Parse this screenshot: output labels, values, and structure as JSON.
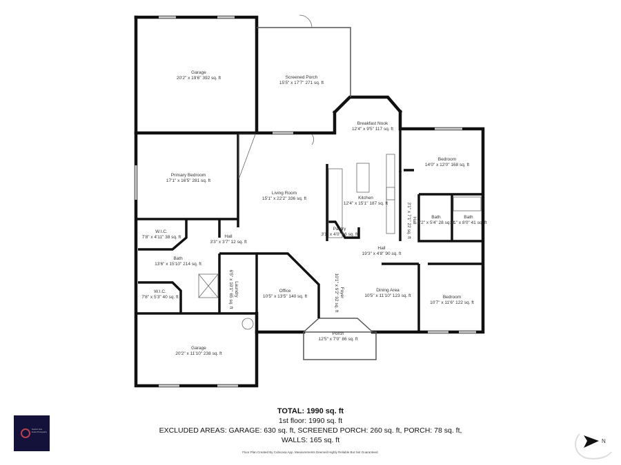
{
  "rooms": [
    {
      "name": "Garage",
      "dims": "20'2\" x 19'6\" 392 sq. ft"
    },
    {
      "name": "Screened Porch",
      "dims": "15'5\" x 17'7\" 271 sq. ft"
    },
    {
      "name": "Breakfast Nook",
      "dims": "12'4\" x 9'5\" 117 sq. ft"
    },
    {
      "name": "Bedroom",
      "dims": "14'0\" x 12'0\" 168 sq. ft"
    },
    {
      "name": "Primary Bedroom",
      "dims": "17'1\" x 16'5\" 281 sq. ft"
    },
    {
      "name": "Living Room",
      "dims": "15'1\" x 22'2\" 336 sq. ft"
    },
    {
      "name": "Kitchen",
      "dims": "12'4\" x 15'1\" 187 sq. ft"
    },
    {
      "name": "Pantry",
      "dims": "3'1\" x 4'0\" 16 sq. ft"
    },
    {
      "name": "Hall",
      "dims": "3'1\" x 7'1\" 22 sq. ft"
    },
    {
      "name": "Bath",
      "dims": "5'2\" x 5'4\" 28 sq. ft"
    },
    {
      "name": "Bath",
      "dims": "5'1\" x 8'0\" 41 sq. ft"
    },
    {
      "name": "W.I.C.",
      "dims": "7'8\" x 4'11\" 38 sq. ft"
    },
    {
      "name": "Hall",
      "dims": "3'3\" x 3'7\" 12 sq. ft"
    },
    {
      "name": "Bath",
      "dims": "13'6\" x 15'10\" 214 sq. ft"
    },
    {
      "name": "Hall",
      "dims": "19'3\" x 4'8\" 90 sq. ft"
    },
    {
      "name": "W.I.C.",
      "dims": "7'8\" x 5'3\" 40 sq. ft"
    },
    {
      "name": "Laundry",
      "dims": "6'5\" x 10'1\" 65 sq. ft"
    },
    {
      "name": "Office",
      "dims": "10'5\" x 13'5\" 140 sq. ft"
    },
    {
      "name": "Foyer",
      "dims": "10'1\" x 9'2\" 92 sq. ft"
    },
    {
      "name": "Dining Area",
      "dims": "10'5\" x 11'10\" 123 sq. ft"
    },
    {
      "name": "Bedroom",
      "dims": "10'7\" x 11'6\" 122 sq. ft"
    },
    {
      "name": "Porch",
      "dims": "12'5\" x 7'0\" 86 sq. ft"
    },
    {
      "name": "Garage",
      "dims": "20'2\" x 11'10\" 238 sq. ft"
    }
  ],
  "summary": {
    "total": "TOTAL: 1990 sq. ft",
    "floor": "1st floor: 1990 sq. ft",
    "excluded": "EXCLUDED AREAS: GARAGE: 630 sq. ft, SCREENED PORCH: 260 sq. ft, PORCH: 78 sq. ft,",
    "walls": "WALLS: 165 sq. ft",
    "disclaimer": "Floor Plan Created By Cubicasa App. Measurements Deemed Highly Reliable But Not Guaranteed."
  },
  "logo_text": "Realtors Real Estate Photography",
  "compass": {
    "label": "N",
    "icon": "north-arrow-icon"
  },
  "colors": {
    "wall": "#111111",
    "window": "#cfcfcf",
    "logo_bg": "#14123a"
  }
}
